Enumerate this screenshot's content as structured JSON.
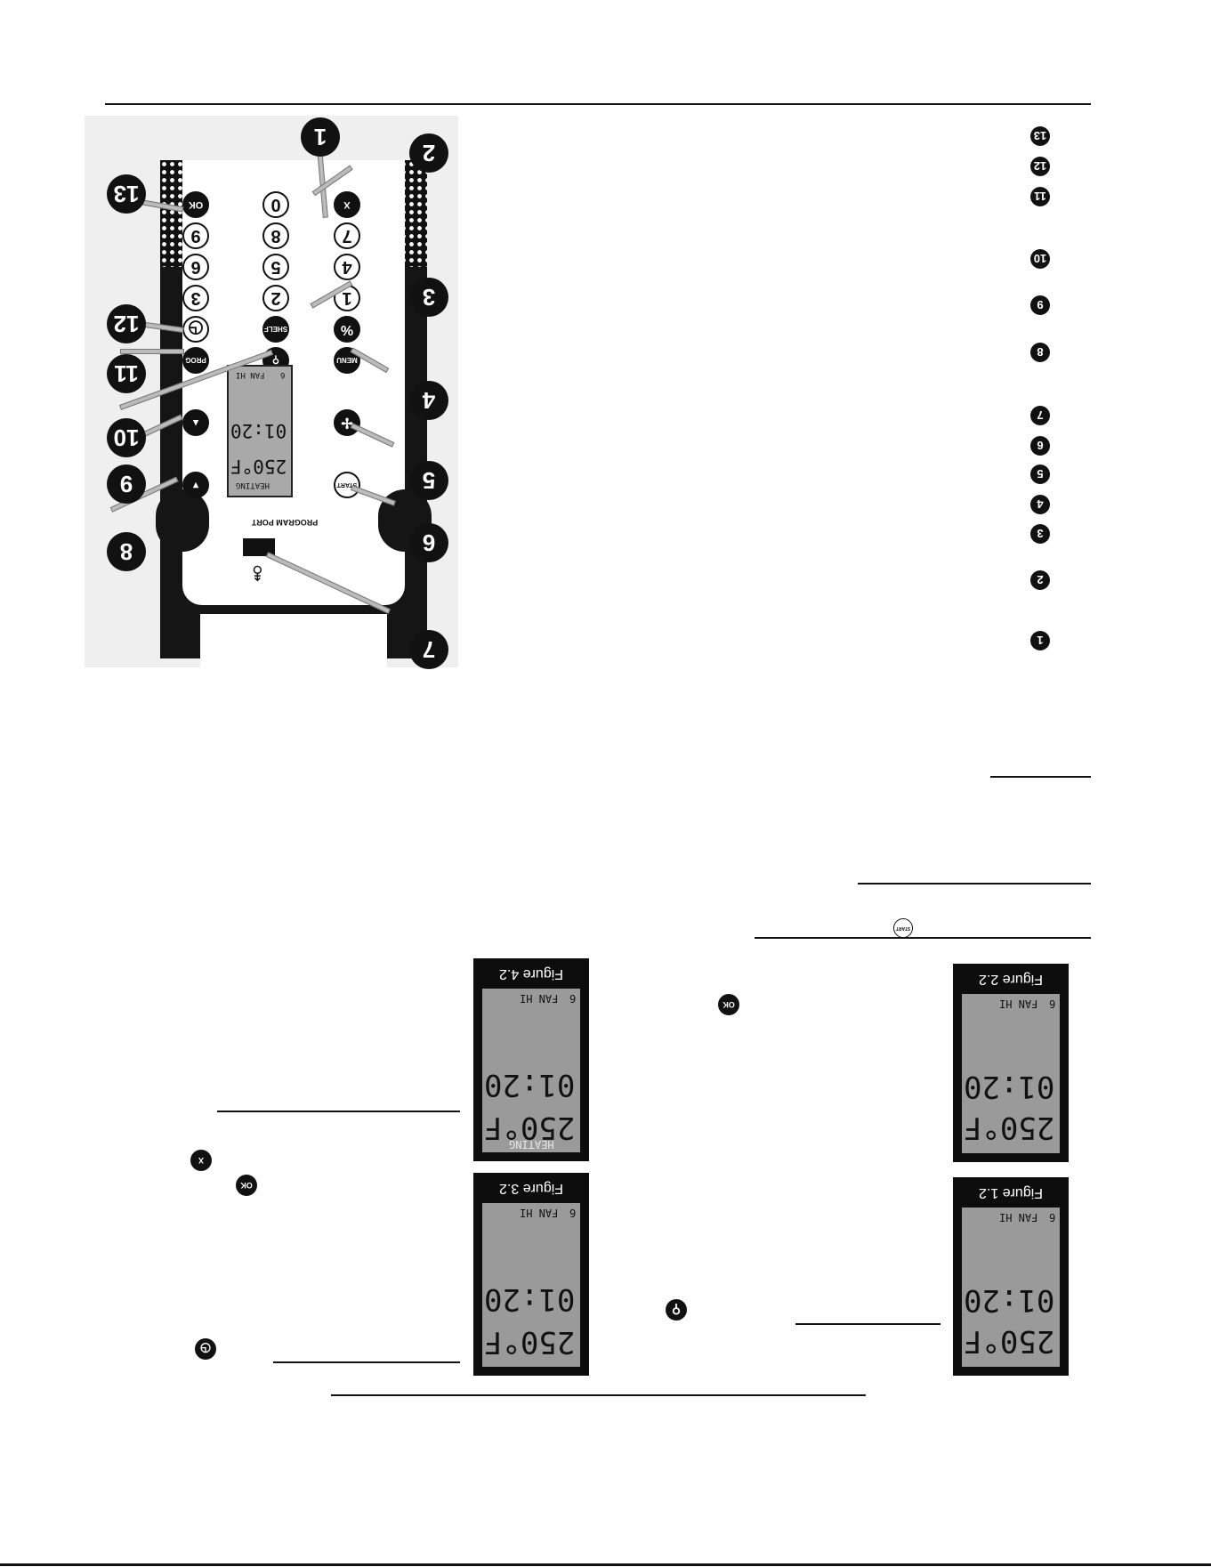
{
  "panel": {
    "keys": {
      "ok": "OK",
      "zero": "0",
      "x": "X",
      "nine": "9",
      "eight": "8",
      "seven": "7",
      "six": "6",
      "five": "5",
      "four": "4",
      "three": "3",
      "two": "2",
      "one": "1",
      "shelf": "SHELF",
      "percent": "%",
      "prog": "PROG",
      "menu": "MENU",
      "start": "START"
    },
    "callouts": [
      "1",
      "2",
      "3",
      "4",
      "5",
      "6",
      "7",
      "8",
      "9",
      "10",
      "11",
      "12",
      "13"
    ],
    "port_label": "PROGRAM PORT",
    "lcd": {
      "fan": "FAN HI",
      "fan_level": "6",
      "time": "01:20",
      "temp": "250°F",
      "status": "HEATING"
    }
  },
  "key_list": [
    "13",
    "12",
    "11",
    "10",
    "9",
    "8",
    "7",
    "6",
    "5",
    "4",
    "3",
    "2",
    "1"
  ],
  "figures": [
    {
      "caption": "Figure 4.2",
      "fan": "FAN HI",
      "fan_level": "6",
      "time": "01:20",
      "temp": "250°F",
      "status": "HEATING"
    },
    {
      "caption": "Figure 3.2",
      "fan": "FAN HI",
      "fan_level": "6",
      "time": "01:20",
      "temp": "250°F",
      "status": ""
    },
    {
      "caption": "Figure 2.2",
      "fan": "FAN HI",
      "fan_level": "6",
      "time": "01:20",
      "temp": "250°F",
      "status": ""
    },
    {
      "caption": "Figure 1.2",
      "fan": "FAN HI",
      "fan_level": "6",
      "time": "01:20",
      "temp": "250°F",
      "status": ""
    }
  ],
  "inline_buttons": {
    "x": "X",
    "ok": "OK",
    "start": "START"
  }
}
